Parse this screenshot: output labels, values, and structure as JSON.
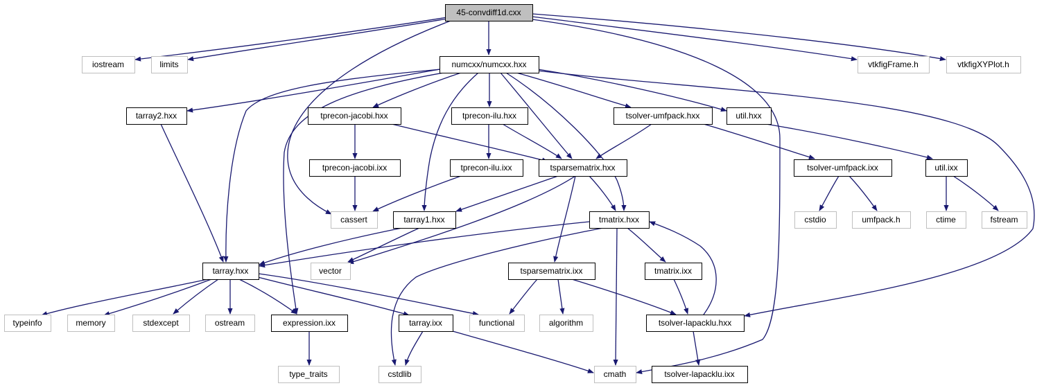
{
  "graph": {
    "colors": {
      "edge": "#191970",
      "box_border_main": "#000000",
      "box_border_external": "#bfbfbf",
      "root_fill": "#bfbfbf",
      "text": "#000000"
    },
    "nodes": [
      {
        "id": "n-45-convdiff1d-cxx",
        "label": "45-convdiff1d.cxx",
        "kind": "root"
      },
      {
        "id": "n-iostream",
        "label": "iostream",
        "kind": "external"
      },
      {
        "id": "n-limits",
        "label": "limits",
        "kind": "external"
      },
      {
        "id": "n-numcxx-hxx",
        "label": "numcxx/numcxx.hxx",
        "kind": "main"
      },
      {
        "id": "n-vtkfigframe-h",
        "label": "vtkfigFrame.h",
        "kind": "external"
      },
      {
        "id": "n-vtkfigxyplot-h",
        "label": "vtkfigXYPlot.h",
        "kind": "external"
      },
      {
        "id": "n-tarray2-hxx",
        "label": "tarray2.hxx",
        "kind": "main"
      },
      {
        "id": "n-tprecon-jacobi-hxx",
        "label": "tprecon-jacobi.hxx",
        "kind": "main"
      },
      {
        "id": "n-tprecon-ilu-hxx",
        "label": "tprecon-ilu.hxx",
        "kind": "main"
      },
      {
        "id": "n-tsolver-umfpack-hxx",
        "label": "tsolver-umfpack.hxx",
        "kind": "main"
      },
      {
        "id": "n-util-hxx",
        "label": "util.hxx",
        "kind": "main"
      },
      {
        "id": "n-tprecon-jacobi-ixx",
        "label": "tprecon-jacobi.ixx",
        "kind": "main"
      },
      {
        "id": "n-tprecon-ilu-ixx",
        "label": "tprecon-ilu.ixx",
        "kind": "main"
      },
      {
        "id": "n-tsparsematrix-hxx",
        "label": "tsparsematrix.hxx",
        "kind": "main"
      },
      {
        "id": "n-tsolver-umfpack-ixx",
        "label": "tsolver-umfpack.ixx",
        "kind": "main"
      },
      {
        "id": "n-util-ixx",
        "label": "util.ixx",
        "kind": "main"
      },
      {
        "id": "n-cassert",
        "label": "cassert",
        "kind": "external"
      },
      {
        "id": "n-tarray1-hxx",
        "label": "tarray1.hxx",
        "kind": "main"
      },
      {
        "id": "n-tmatrix-hxx",
        "label": "tmatrix.hxx",
        "kind": "main"
      },
      {
        "id": "n-cstdio",
        "label": "cstdio",
        "kind": "external"
      },
      {
        "id": "n-umfpack-h",
        "label": "umfpack.h",
        "kind": "external"
      },
      {
        "id": "n-ctime",
        "label": "ctime",
        "kind": "external"
      },
      {
        "id": "n-fstream",
        "label": "fstream",
        "kind": "external"
      },
      {
        "id": "n-tarray-hxx",
        "label": "tarray.hxx",
        "kind": "main"
      },
      {
        "id": "n-vector",
        "label": "vector",
        "kind": "external"
      },
      {
        "id": "n-tsparsematrix-ixx",
        "label": "tsparsematrix.ixx",
        "kind": "main"
      },
      {
        "id": "n-tmatrix-ixx",
        "label": "tmatrix.ixx",
        "kind": "main"
      },
      {
        "id": "n-typeinfo",
        "label": "typeinfo",
        "kind": "external"
      },
      {
        "id": "n-memory",
        "label": "memory",
        "kind": "external"
      },
      {
        "id": "n-stdexcept",
        "label": "stdexcept",
        "kind": "external"
      },
      {
        "id": "n-ostream",
        "label": "ostream",
        "kind": "external"
      },
      {
        "id": "n-expression-ixx",
        "label": "expression.ixx",
        "kind": "main"
      },
      {
        "id": "n-tarray-ixx",
        "label": "tarray.ixx",
        "kind": "main"
      },
      {
        "id": "n-functional",
        "label": "functional",
        "kind": "external"
      },
      {
        "id": "n-algorithm",
        "label": "algorithm",
        "kind": "external"
      },
      {
        "id": "n-tsolver-lapacklu-hxx",
        "label": "tsolver-lapacklu.hxx",
        "kind": "main"
      },
      {
        "id": "n-type-traits",
        "label": "type_traits",
        "kind": "external"
      },
      {
        "id": "n-cstdlib",
        "label": "cstdlib",
        "kind": "external"
      },
      {
        "id": "n-cmath",
        "label": "cmath",
        "kind": "external"
      },
      {
        "id": "n-tsolver-lapacklu-ixx",
        "label": "tsolver-lapacklu.ixx",
        "kind": "main"
      }
    ],
    "edges": [
      {
        "from": "n-45-convdiff1d-cxx",
        "to": "n-iostream"
      },
      {
        "from": "n-45-convdiff1d-cxx",
        "to": "n-limits"
      },
      {
        "from": "n-45-convdiff1d-cxx",
        "to": "n-numcxx-hxx"
      },
      {
        "from": "n-45-convdiff1d-cxx",
        "to": "n-vtkfigframe-h"
      },
      {
        "from": "n-45-convdiff1d-cxx",
        "to": "n-vtkfigxyplot-h"
      },
      {
        "from": "n-45-convdiff1d-cxx",
        "to": "n-cassert"
      },
      {
        "from": "n-45-convdiff1d-cxx",
        "to": "n-cmath"
      },
      {
        "from": "n-numcxx-hxx",
        "to": "n-tarray2-hxx"
      },
      {
        "from": "n-numcxx-hxx",
        "to": "n-tprecon-jacobi-hxx"
      },
      {
        "from": "n-numcxx-hxx",
        "to": "n-tprecon-ilu-hxx"
      },
      {
        "from": "n-numcxx-hxx",
        "to": "n-tsolver-umfpack-hxx"
      },
      {
        "from": "n-numcxx-hxx",
        "to": "n-util-hxx"
      },
      {
        "from": "n-numcxx-hxx",
        "to": "n-tsparsematrix-hxx"
      },
      {
        "from": "n-numcxx-hxx",
        "to": "n-tarray-hxx"
      },
      {
        "from": "n-numcxx-hxx",
        "to": "n-expression-ixx"
      },
      {
        "from": "n-numcxx-hxx",
        "to": "n-tarray1-hxx"
      },
      {
        "from": "n-numcxx-hxx",
        "to": "n-tmatrix-hxx"
      },
      {
        "from": "n-numcxx-hxx",
        "to": "n-tsolver-lapacklu-hxx"
      },
      {
        "from": "n-tarray2-hxx",
        "to": "n-tarray-hxx"
      },
      {
        "from": "n-tprecon-jacobi-hxx",
        "to": "n-tprecon-jacobi-ixx"
      },
      {
        "from": "n-tprecon-jacobi-hxx",
        "to": "n-tsparsematrix-hxx"
      },
      {
        "from": "n-tprecon-jacobi-ixx",
        "to": "n-cassert"
      },
      {
        "from": "n-tprecon-ilu-hxx",
        "to": "n-tprecon-ilu-ixx"
      },
      {
        "from": "n-tprecon-ilu-hxx",
        "to": "n-tsparsematrix-hxx"
      },
      {
        "from": "n-tprecon-ilu-ixx",
        "to": "n-cassert"
      },
      {
        "from": "n-tsolver-umfpack-hxx",
        "to": "n-tsparsematrix-hxx"
      },
      {
        "from": "n-tsolver-umfpack-hxx",
        "to": "n-tsolver-umfpack-ixx"
      },
      {
        "from": "n-util-hxx",
        "to": "n-util-ixx"
      },
      {
        "from": "n-tsolver-umfpack-ixx",
        "to": "n-cstdio"
      },
      {
        "from": "n-tsolver-umfpack-ixx",
        "to": "n-umfpack-h"
      },
      {
        "from": "n-util-ixx",
        "to": "n-ctime"
      },
      {
        "from": "n-util-ixx",
        "to": "n-fstream"
      },
      {
        "from": "n-tsparsematrix-hxx",
        "to": "n-tarray1-hxx"
      },
      {
        "from": "n-tsparsematrix-hxx",
        "to": "n-vector"
      },
      {
        "from": "n-tsparsematrix-hxx",
        "to": "n-tmatrix-hxx"
      },
      {
        "from": "n-tsparsematrix-hxx",
        "to": "n-tsparsematrix-ixx"
      },
      {
        "from": "n-tarray1-hxx",
        "to": "n-tarray-hxx"
      },
      {
        "from": "n-tarray1-hxx",
        "to": "n-vector"
      },
      {
        "from": "n-tmatrix-hxx",
        "to": "n-tarray-hxx"
      },
      {
        "from": "n-tmatrix-hxx",
        "to": "n-tmatrix-ixx"
      },
      {
        "from": "n-tmatrix-hxx",
        "to": "n-cstdlib"
      },
      {
        "from": "n-tmatrix-hxx",
        "to": "n-cmath"
      },
      {
        "from": "n-tmatrix-ixx",
        "to": "n-tsolver-lapacklu-hxx"
      },
      {
        "from": "n-tsolver-lapacklu-hxx",
        "to": "n-tmatrix-hxx"
      },
      {
        "from": "n-tsolver-lapacklu-hxx",
        "to": "n-tsolver-lapacklu-ixx"
      },
      {
        "from": "n-tsparsematrix-ixx",
        "to": "n-functional"
      },
      {
        "from": "n-tsparsematrix-ixx",
        "to": "n-algorithm"
      },
      {
        "from": "n-tsparsematrix-ixx",
        "to": "n-tsolver-lapacklu-hxx"
      },
      {
        "from": "n-tarray-hxx",
        "to": "n-typeinfo"
      },
      {
        "from": "n-tarray-hxx",
        "to": "n-memory"
      },
      {
        "from": "n-tarray-hxx",
        "to": "n-stdexcept"
      },
      {
        "from": "n-tarray-hxx",
        "to": "n-ostream"
      },
      {
        "from": "n-tarray-hxx",
        "to": "n-expression-ixx"
      },
      {
        "from": "n-tarray-hxx",
        "to": "n-tarray-ixx"
      },
      {
        "from": "n-tarray-hxx",
        "to": "n-functional"
      },
      {
        "from": "n-expression-ixx",
        "to": "n-type-traits"
      },
      {
        "from": "n-tarray-ixx",
        "to": "n-cstdlib"
      },
      {
        "from": "n-tarray-ixx",
        "to": "n-cmath"
      }
    ]
  }
}
